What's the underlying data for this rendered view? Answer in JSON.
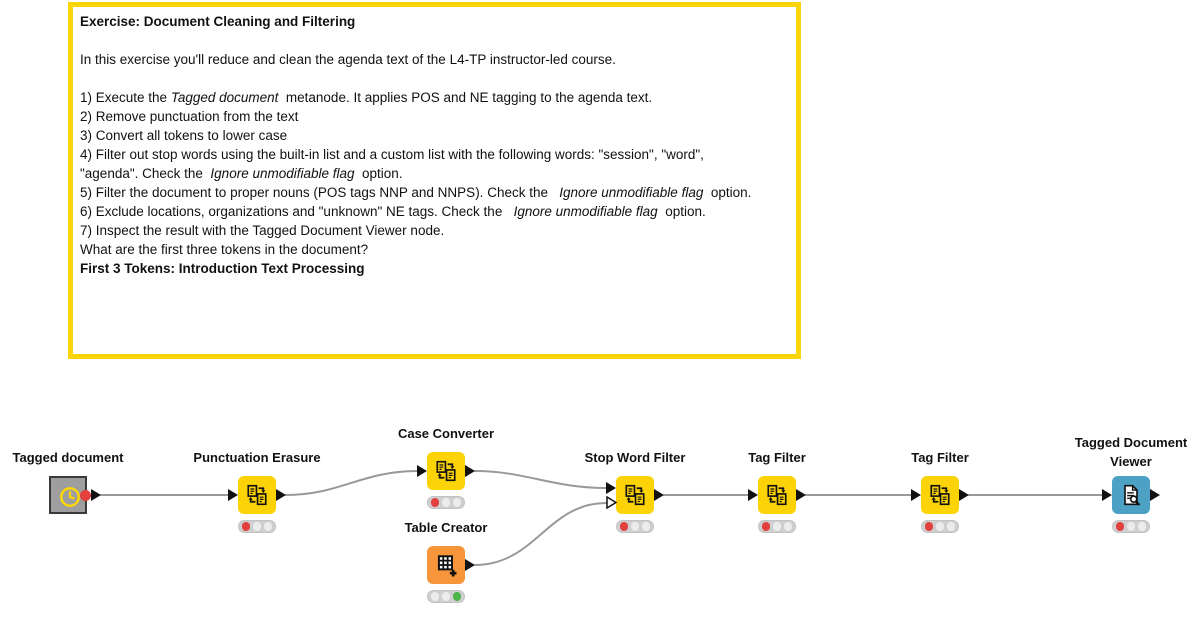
{
  "annotation": {
    "border_color": "#FBD40A",
    "lines": [
      [
        {
          "t": "Exercise: Document Cleaning and Filtering",
          "s": "b"
        }
      ],
      [
        {
          "t": ""
        }
      ],
      [
        {
          "t": "In this exercise you'll reduce and clean the agenda text of the L4-TP instructor-led course."
        }
      ],
      [
        {
          "t": ""
        }
      ],
      [
        {
          "t": "1) Execute the "
        },
        {
          "t": "Tagged document",
          "s": "i"
        },
        {
          "t": "  metanode. It applies POS and NE tagging to the agenda text."
        }
      ],
      [
        {
          "t": "2) Remove punctuation from the text"
        }
      ],
      [
        {
          "t": "3) Convert all tokens to lower case"
        }
      ],
      [
        {
          "t": "4) Filter out stop words using the built-in list and a custom list with the following words: \"session\", \"word\","
        }
      ],
      [
        {
          "t": "\"agenda\". Check the  "
        },
        {
          "t": "Ignore unmodifiable flag",
          "s": "i"
        },
        {
          "t": "  option."
        }
      ],
      [
        {
          "t": "5) Filter the document to proper nouns (POS tags NNP and NNPS). Check the   "
        },
        {
          "t": "Ignore unmodifiable flag",
          "s": "i"
        },
        {
          "t": "  option."
        }
      ],
      [
        {
          "t": "6) Exclude locations, organizations and \"unknown\" NE tags. Check the   "
        },
        {
          "t": "Ignore unmodifiable flag",
          "s": "i"
        },
        {
          "t": "  option."
        }
      ],
      [
        {
          "t": "7) Inspect the result with the Tagged Document Viewer node."
        }
      ],
      [
        {
          "t": "What are the first three tokens in the document?"
        }
      ],
      [
        {
          "t": "First 3 Tokens: Introduction Text Processing",
          "s": "b"
        }
      ]
    ]
  },
  "nodes": [
    {
      "label": "Tagged document",
      "type": "metanode",
      "icon": "clock-icon",
      "color": "#9E9E9E",
      "lights": null
    },
    {
      "label": "Punctuation Erasure",
      "type": "manipulator",
      "icon": "document-preprocess-icon",
      "color": "#FCD306",
      "lights": [
        "red",
        "off",
        "off"
      ]
    },
    {
      "label": "Case Converter",
      "type": "manipulator",
      "icon": "document-preprocess-icon",
      "color": "#FCD306",
      "lights": [
        "red",
        "off",
        "off"
      ]
    },
    {
      "label": "Table Creator",
      "type": "source",
      "icon": "table-plus-icon",
      "color": "#F7953B",
      "lights": [
        "off",
        "off",
        "green"
      ]
    },
    {
      "label": "Stop Word Filter",
      "type": "manipulator",
      "icon": "document-preprocess-icon",
      "color": "#FCD306",
      "lights": [
        "red",
        "off",
        "off"
      ]
    },
    {
      "label": "Tag Filter",
      "type": "manipulator",
      "icon": "document-preprocess-icon",
      "color": "#FCD306",
      "lights": [
        "red",
        "off",
        "off"
      ]
    },
    {
      "label": "Tag Filter",
      "type": "manipulator",
      "icon": "document-preprocess-icon",
      "color": "#FCD306",
      "lights": [
        "red",
        "off",
        "off"
      ]
    },
    {
      "label": "Tagged Document Viewer",
      "type": "viewer",
      "icon": "document-search-icon",
      "color": "#4DA1C4",
      "lights": [
        "red",
        "off",
        "off"
      ]
    }
  ],
  "connections": [
    {
      "from": "Tagged document",
      "to": "Punctuation Erasure"
    },
    {
      "from": "Punctuation Erasure",
      "to": "Case Converter"
    },
    {
      "from": "Case Converter",
      "to": "Stop Word Filter"
    },
    {
      "from": "Table Creator",
      "to": "Stop Word Filter"
    },
    {
      "from": "Stop Word Filter",
      "to": "Tag Filter"
    },
    {
      "from": "Tag Filter",
      "to": "Tag Filter"
    },
    {
      "from": "Tag Filter",
      "to": "Tagged Document Viewer"
    }
  ],
  "colors": {
    "wire": "#999999",
    "node_yellow": "#FCD306",
    "node_orange": "#F7953B",
    "node_blue": "#4DA1C4",
    "metanode_gray": "#9E9E9E",
    "annotation_border": "#FBD40A",
    "light_red": "#E0413E",
    "light_green": "#4CB44A",
    "light_off": "#ECECEC",
    "port_red": "#E5403D"
  }
}
